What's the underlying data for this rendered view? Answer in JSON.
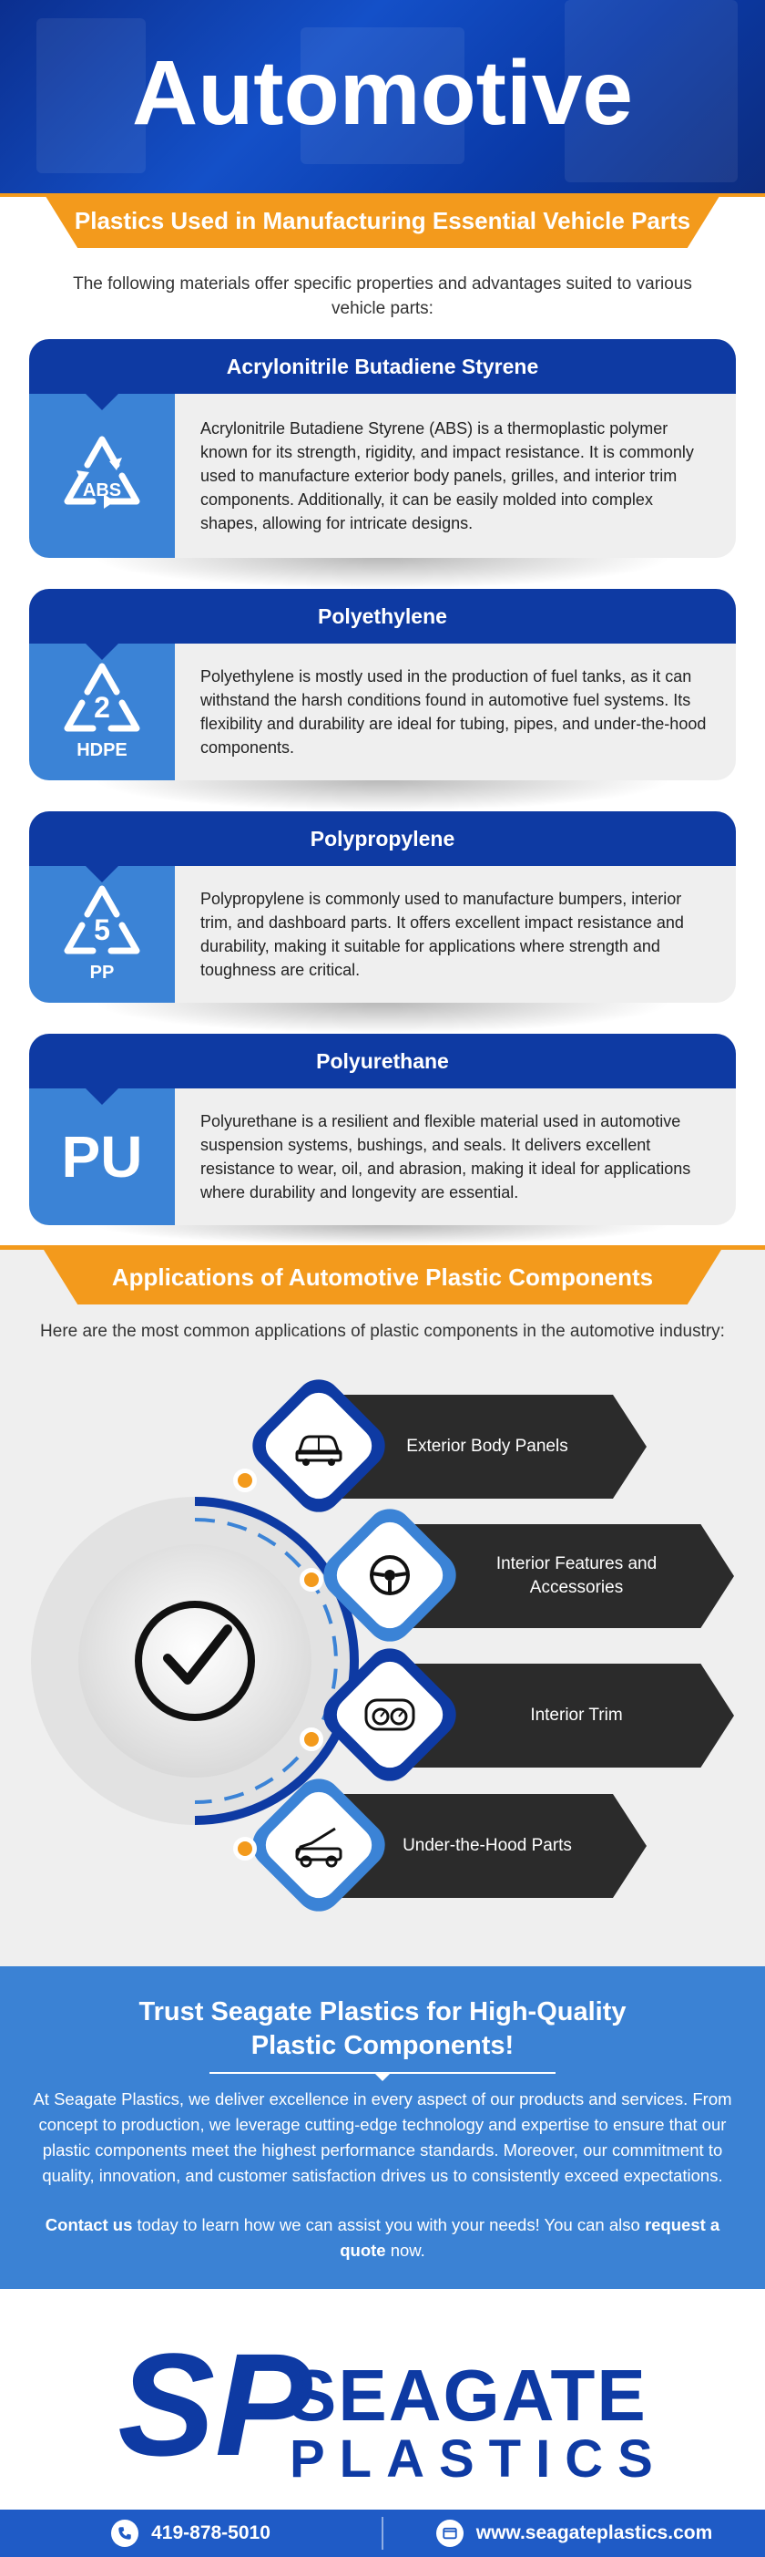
{
  "hero": {
    "title": "Automotive"
  },
  "banner1": {
    "label": "Plastics Used in Manufacturing Essential Vehicle Parts"
  },
  "intro": "The following materials offer specific properties and advantages suited to various vehicle parts:",
  "materials": [
    {
      "title": "Acrylonitrile Butadiene Styrene",
      "icon": "recycle-abs-icon",
      "icon_code": "ABS",
      "description": "Acrylonitrile Butadiene Styrene (ABS) is a thermoplastic polymer known for its strength, rigidity, and impact resistance. It is commonly used to manufacture exterior body panels, grilles, and interior trim components. Additionally, it can be easily molded into complex shapes, allowing for intricate designs."
    },
    {
      "title": "Polyethylene",
      "icon": "recycle-2-hdpe-icon",
      "icon_number": "2",
      "icon_code": "HDPE",
      "description": "Polyethylene is mostly used in the production of fuel tanks, as it can withstand the harsh conditions found in automotive fuel systems. Its flexibility and durability are ideal for tubing, pipes, and under-the-hood components."
    },
    {
      "title": "Polypropylene",
      "icon": "recycle-5-pp-icon",
      "icon_number": "5",
      "icon_code": "PP",
      "description": "Polypropylene is commonly used to manufacture bumpers, interior trim, and dashboard parts. It offers excellent impact resistance and durability, making it suitable for applications where strength and toughness are critical."
    },
    {
      "title": "Polyurethane",
      "icon": "pu-icon",
      "icon_code": "PU",
      "description": "Polyurethane is a resilient and flexible material used in automotive suspension systems, bushings, and seals. It delivers excellent resistance to wear, oil, and abrasion, making it ideal for applications where durability and longevity are essential."
    }
  ],
  "banner2": {
    "label": "Applications of Automotive Plastic Components"
  },
  "apps_intro": "Here are the most common applications of plastic components in the automotive industry:",
  "applications": [
    {
      "label": "Exterior Body Panels",
      "icon": "car-icon"
    },
    {
      "label": "Interior Features and Accessories",
      "icon": "steering-wheel-icon"
    },
    {
      "label": "Interior Trim",
      "icon": "dashboard-gauge-icon"
    },
    {
      "label": "Under-the-Hood Parts",
      "icon": "car-hood-open-icon"
    }
  ],
  "trust": {
    "title": "Trust Seagate Plastics for High-Quality Plastic Components!",
    "body": "At Seagate Plastics, we deliver excellence in every aspect of our products and services. From concept to production, we leverage cutting-edge technology and expertise to ensure that our plastic components meet the highest performance standards. Moreover, our commitment to quality, innovation, and customer satisfaction drives us to consistently exceed expectations.",
    "cta_link1": "Contact us",
    "cta_mid": " today to learn how we can assist you with your needs! You can also ",
    "cta_link2": "request a quote",
    "cta_end": " now."
  },
  "logo": {
    "mark": "SP",
    "line1": "SEAGATE",
    "line2": "PLASTICS"
  },
  "footer": {
    "phone": "419-878-5010",
    "website": "www.seagateplastics.com"
  },
  "colors": {
    "navy": "#0e3aa3",
    "blue": "#3b83d6",
    "orange": "#f39a1c",
    "dark": "#2b2b2b"
  }
}
